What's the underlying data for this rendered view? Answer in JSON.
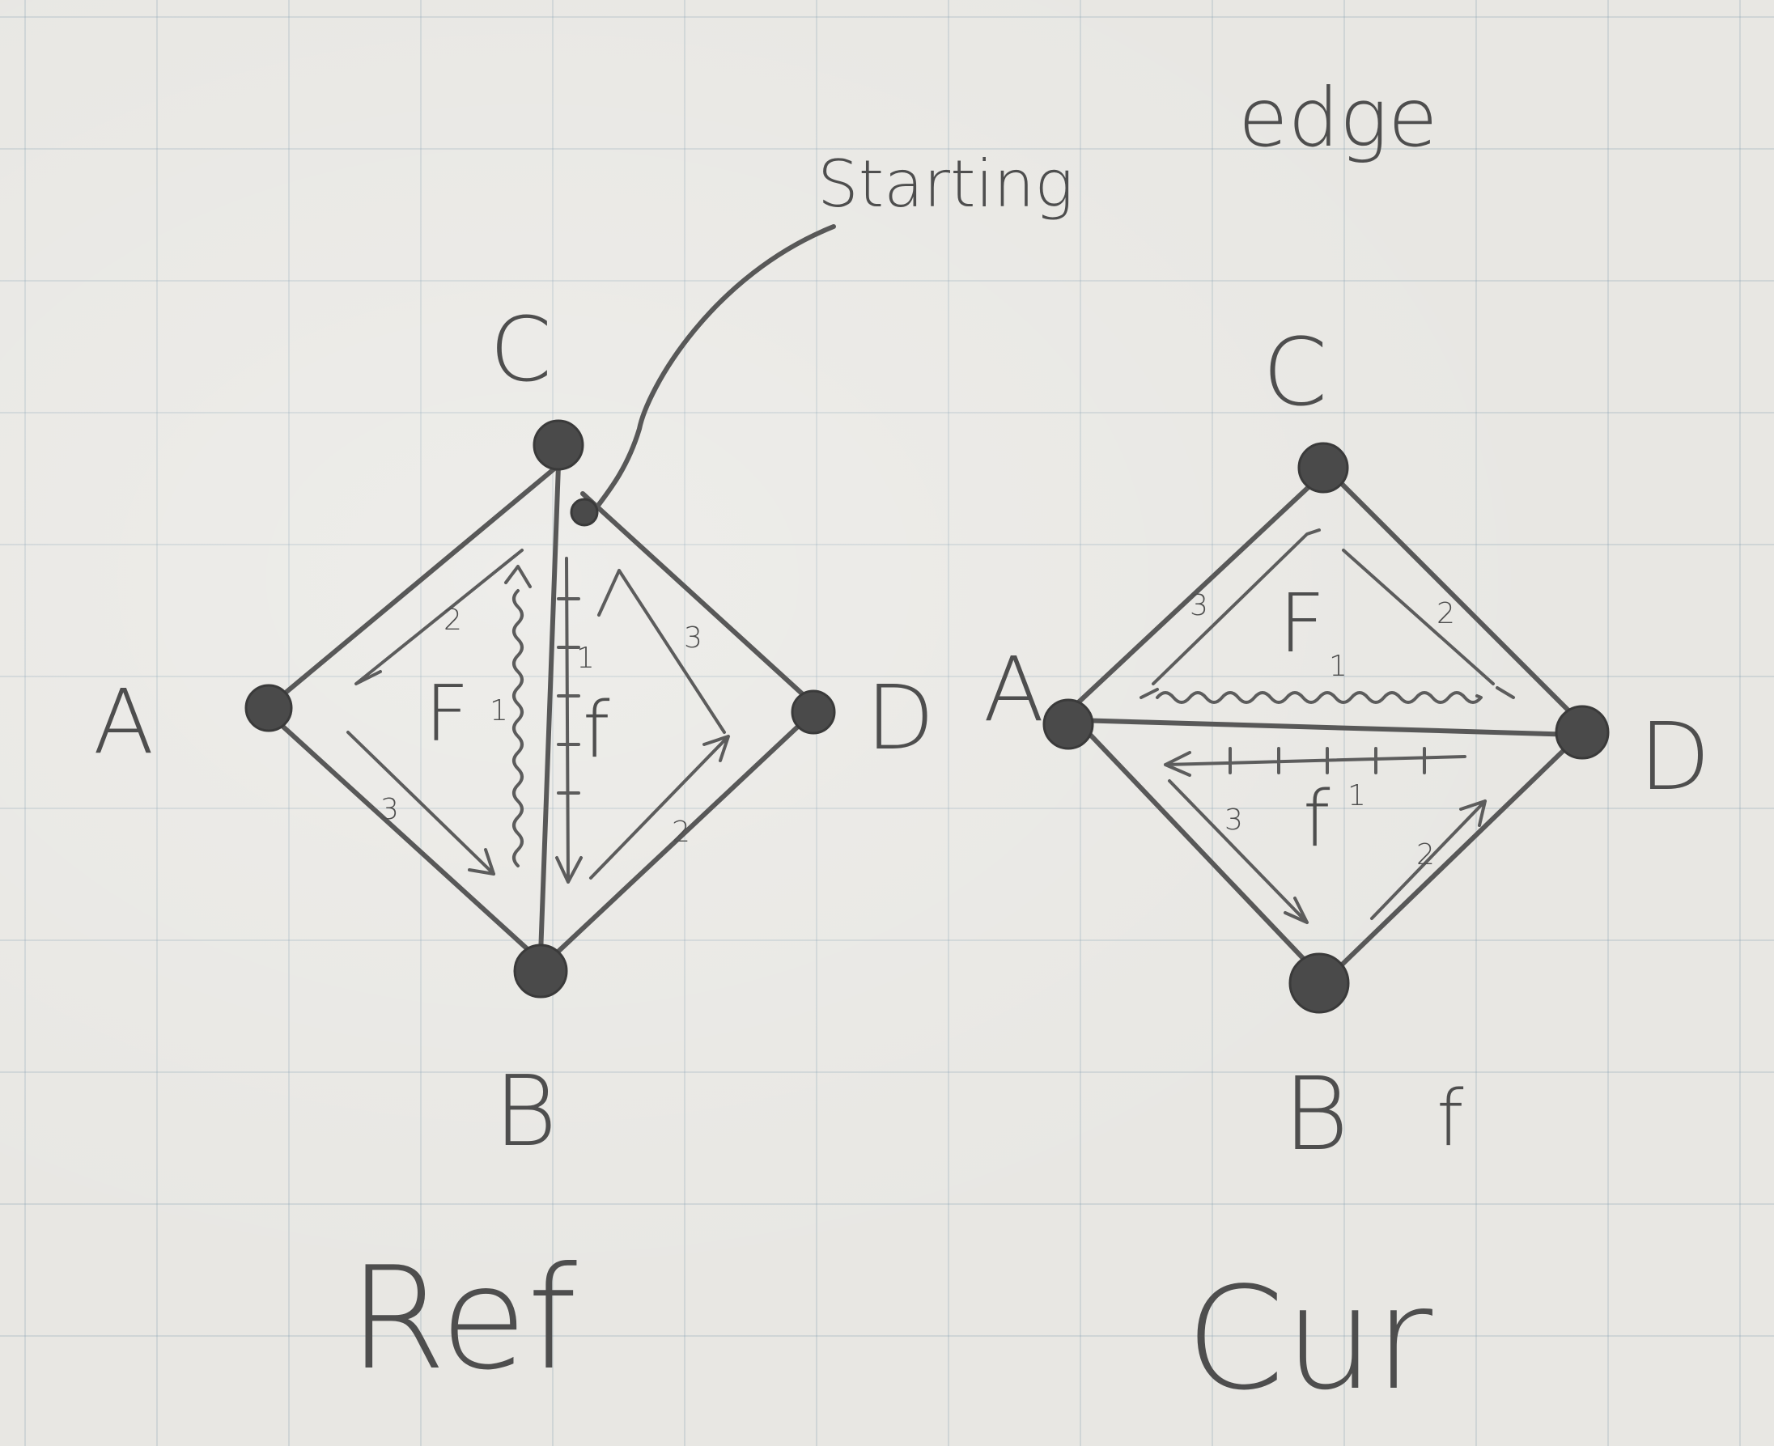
{
  "annotation": {
    "line1": "edge",
    "line2": "Starting"
  },
  "ref": {
    "caption": "Ref",
    "vertices": {
      "A": "A",
      "B": "B",
      "C": "C",
      "D": "D"
    },
    "faces": {
      "left": "F",
      "right": "f"
    },
    "edge_numbers": {
      "left_top": "2",
      "left_mid": "1",
      "left_bottom": "3",
      "right_top": "3",
      "right_mid": "1",
      "right_bottom": "2"
    }
  },
  "cur": {
    "caption": "Cur",
    "vertices": {
      "A": "A",
      "B": "B",
      "C": "C",
      "D": "D"
    },
    "faces": {
      "top": "F",
      "bottom": "f",
      "below_b": "f"
    },
    "edge_numbers": {
      "top_left": "3",
      "top_mid": "1",
      "top_right": "2",
      "bottom_left": "3",
      "bottom_mid": "1",
      "bottom_right": "2"
    }
  }
}
